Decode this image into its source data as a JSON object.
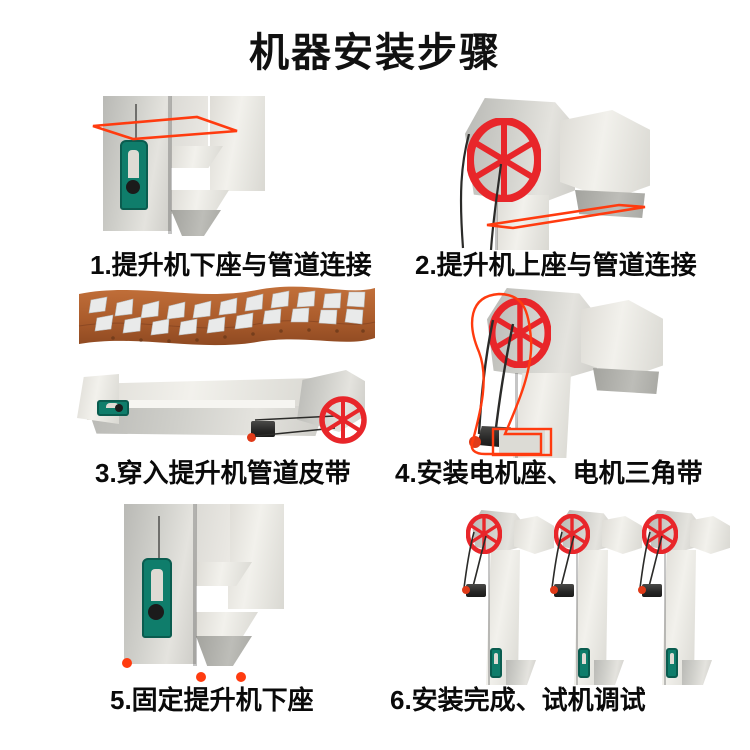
{
  "page": {
    "title": "机器安装步骤",
    "background_color": "#ffffff",
    "text_color": "#0a0a0a"
  },
  "colors": {
    "accent_red": "#ff3b0f",
    "pulley_red": "#e8262a",
    "tensioner_teal": "#0f7d6b",
    "machine_grey": "#cfcfca",
    "machine_light": "#f2f1ec",
    "belt_brown": "#b5622e",
    "bucket_white": "#e9eaea",
    "motor_black": "#272726"
  },
  "steps": [
    {
      "number": "1.",
      "caption": "1.提升机下座与管道连接",
      "figure_name": "elevator-boot-duct-connection",
      "parts": [
        "elevator-boot",
        "teal-tensioner",
        "discharge-chute",
        "red-flange-highlight"
      ]
    },
    {
      "number": "2.",
      "caption": "2.提升机上座与管道连接",
      "figure_name": "elevator-head-duct-connection",
      "parts": [
        "elevator-head",
        "red-pulley-wheel",
        "outlet-duct",
        "red-flange-highlight"
      ]
    },
    {
      "number": "3.",
      "caption": "3.穿入提升机管道皮带",
      "figure_name": "bucket-belt-threading",
      "parts": [
        "bucket-belt",
        "elevator-laid-horizontal",
        "red-pulley-wheel",
        "teal-tensioner",
        "motor"
      ]
    },
    {
      "number": "4.",
      "caption": "4.安装电机座、电机三角带",
      "figure_name": "motor-mount-and-v-belt",
      "parts": [
        "elevator-head",
        "red-pulley-wheel",
        "motor",
        "v-belt",
        "red-path-highlight",
        "red-mount-highlight"
      ]
    },
    {
      "number": "5.",
      "caption": "5.固定提升机下座",
      "figure_name": "anchor-elevator-boot",
      "parts": [
        "elevator-boot",
        "teal-tensioner",
        "discharge-chute",
        "red-anchor-dots"
      ]
    },
    {
      "number": "6.",
      "caption": "6.安装完成、试机调试",
      "figure_name": "installation-complete-trial-run",
      "parts": [
        "elevator-unit-1",
        "elevator-unit-2",
        "elevator-unit-3",
        "red-pulley-wheel",
        "motor",
        "teal-tensioner"
      ]
    }
  ]
}
